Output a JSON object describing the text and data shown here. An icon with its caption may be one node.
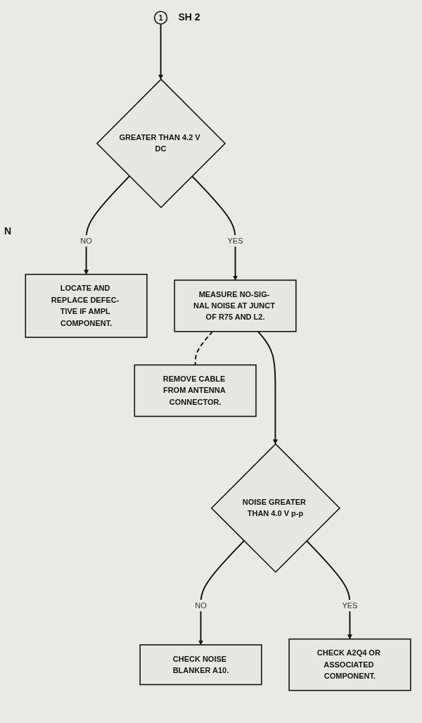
{
  "diagram": {
    "nodes": [
      {
        "text": [
          "1"
        ],
        "beside": [
          "SH 2"
        ]
      },
      {
        "text": [
          "GREATER THAN 4.2 V DC"
        ]
      },
      {
        "text": [
          "LOCATE AND REPLACE DEFEC- TIVE IF AMPL COMPONENT."
        ]
      },
      {
        "text": [
          "MEASURE NO-SIG- NAL NOISE AT JUNCT OF R75 AND L2."
        ]
      },
      {
        "text": [
          "REMOVE CABLE FROM ANTENNA CONNECTOR."
        ]
      },
      {
        "text": [
          "NOISE GREATER THAN 4.0 V p-p"
        ]
      },
      {
        "text": [
          "CHECK NOISE BLANKER A10."
        ]
      },
      {
        "text": [
          "CHECK A2Q4 OR ASSOCIATED COMPONENT."
        ]
      }
    ],
    "edges": [
      {
        "from": 0,
        "to": 1,
        "arrow": "to"
      },
      {
        "from": 1,
        "to": 2,
        "arrow": "to",
        "label": "NO"
      },
      {
        "from": 1,
        "to": 3,
        "arrow": "to",
        "label": "YES"
      },
      {
        "from": 3,
        "to": 4,
        "arrow": "none",
        "style": "dashed"
      },
      {
        "from": 3,
        "to": 5,
        "arrow": "to"
      },
      {
        "from": 5,
        "to": 6,
        "arrow": "to",
        "label": "NO"
      },
      {
        "from": 5,
        "to": 7,
        "arrow": "to",
        "label": "YES"
      }
    ],
    "labels": [
      "N"
    ]
  }
}
